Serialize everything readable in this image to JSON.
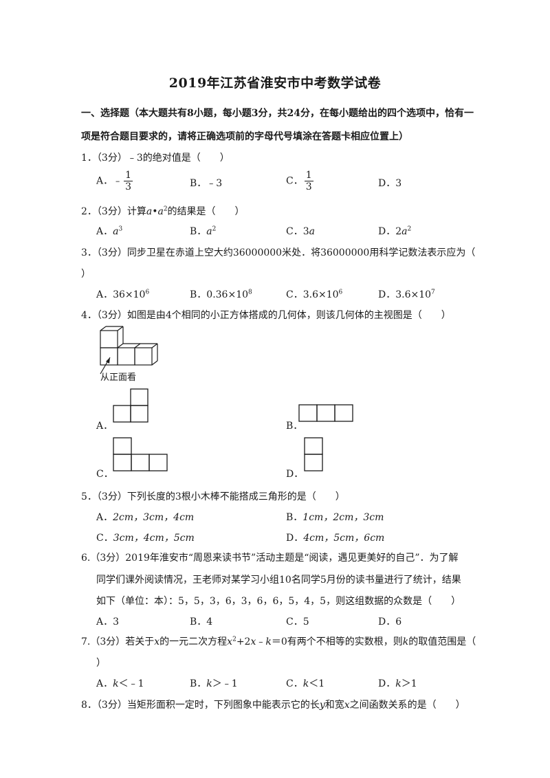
{
  "title": "2019年江苏省淮安市中考数学试卷",
  "section1": {
    "line1": "一、选择题（本大题共有8小题，每小题3分，共24分，在每小题给出的四个选项中，恰有一",
    "line2": "项是符合题目要求的，请将正确选项前的字母代号填涂在答题卡相应位置上）"
  },
  "q1": {
    "stem": "1．（3分）﹣3的绝对值是（　　）",
    "a_label": "A．﹣",
    "a_num": "1",
    "a_den": "3",
    "b": "B．﹣3",
    "c_label": "C．",
    "c_num": "1",
    "c_den": "3",
    "d": "D．3"
  },
  "q2": {
    "stem_pre": "2．（3分）计算",
    "stem_a": "a",
    "stem_dot": "•",
    "stem_a2": "a",
    "stem_exp": "2",
    "stem_post": "的结果是（　　）",
    "a_label": "A．",
    "a_var": "a",
    "a_exp": "3",
    "b_label": "B．",
    "b_var": "a",
    "b_exp": "2",
    "c_label": "C．3",
    "c_var": "a",
    "d_label": "D．2",
    "d_var": "a",
    "d_exp": "2"
  },
  "q3": {
    "stem1": "3．（3分）同步卫星在赤道上空大约36000000米处．将36000000用科学记数法表示应为（",
    "stem2": "）",
    "a_base": "A．36×10",
    "a_exp": "6",
    "b_base": "B．0.36×10",
    "b_exp": "8",
    "c_base": "C．3.6×10",
    "c_exp": "6",
    "d_base": "D．3.6×10",
    "d_exp": "7"
  },
  "q4": {
    "stem": "4．（3分）如图是由4个相同的小正方体搭成的几何体，则该几何体的主视图是（　　）",
    "figure_caption": "从正面看",
    "a": "A．",
    "b": "B．",
    "c": "C．",
    "d": "D．"
  },
  "q5": {
    "stem": "5．（3分）下列长度的3根小木棒不能搭成三角形的是（　　）",
    "a_label": "A．",
    "a_text": "2cm，3cm，4cm",
    "b_label": "B．",
    "b_text": "1cm，2cm，3cm",
    "c_label": "C．",
    "c_text": "3cm，4cm，5cm",
    "d_label": "D．",
    "d_text": "4cm，5cm，6cm"
  },
  "q6": {
    "stem1": "6.（3分）2019年淮安市“周恩来读书节”活动主题是“阅读，遇见更美好的自己”．为了解",
    "stem2": "同学们课外阅读情况，王老师对某学习小组10名同学5月份的读书量进行了统计，结果",
    "stem3": "如下（单位：本）：5，5，3，6，3，6，6，5，4，5，则这组数据的众数是（　　）",
    "a": "A．3",
    "b": "B．4",
    "c": "C．5",
    "d": "D．6"
  },
  "q7": {
    "stem_pre": "7.（3分）若关于",
    "stem_x": "x",
    "stem_mid": "的一元二次方程",
    "stem_x2": "x",
    "stem_exp": "2",
    "stem_eq": "+2",
    "stem_x3": "x",
    "stem_eq2": "﹣",
    "stem_k": "k",
    "stem_post": "＝0有两个不相等的实数根，则",
    "stem_k2": "k",
    "stem_end": "的取值范围是（",
    "stem2": "）",
    "a_label": "A．",
    "a_var": "k",
    "a_rel": "＜﹣1",
    "b_label": "B．",
    "b_var": "k",
    "b_rel": "＞﹣1",
    "c_label": "C．",
    "c_var": "k",
    "c_rel": "＜1",
    "d_label": "D．",
    "d_var": "k",
    "d_rel": "＞1"
  },
  "q8": {
    "stem_pre": "8．（3分）当矩形面积一定时，下列图象中能表示它的长",
    "stem_y": "y",
    "stem_mid": "和宽",
    "stem_x": "x",
    "stem_post": "之间函数关系的是（　　）"
  }
}
